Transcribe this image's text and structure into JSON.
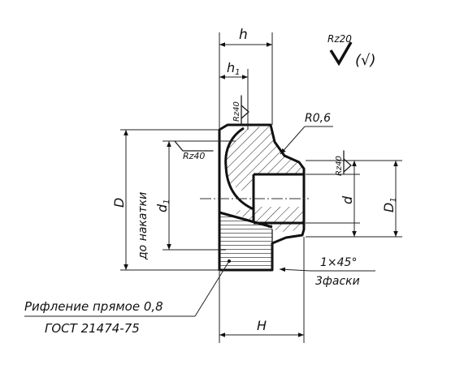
{
  "dimensions": {
    "h": "h",
    "h1": "h",
    "h1_sub": "1",
    "H": "H",
    "D": "D",
    "D_note": "до накатки",
    "d1": "d",
    "d1_sub": "1",
    "d": "d",
    "D1": "D",
    "D1_sub": "1"
  },
  "roughness": {
    "general": "Rz20",
    "general_bracket": "(√)",
    "rz40_top": "Rz40",
    "rz40_left": "Rz40",
    "rz40_right": "Rz40"
  },
  "notes": {
    "radius": "R0,6",
    "chamfer": "1×45°",
    "chamfer_count": "3фаски",
    "knurl_line1": "Рифление прямое 0,8",
    "knurl_line2": "ГОСТ 21474-75"
  }
}
